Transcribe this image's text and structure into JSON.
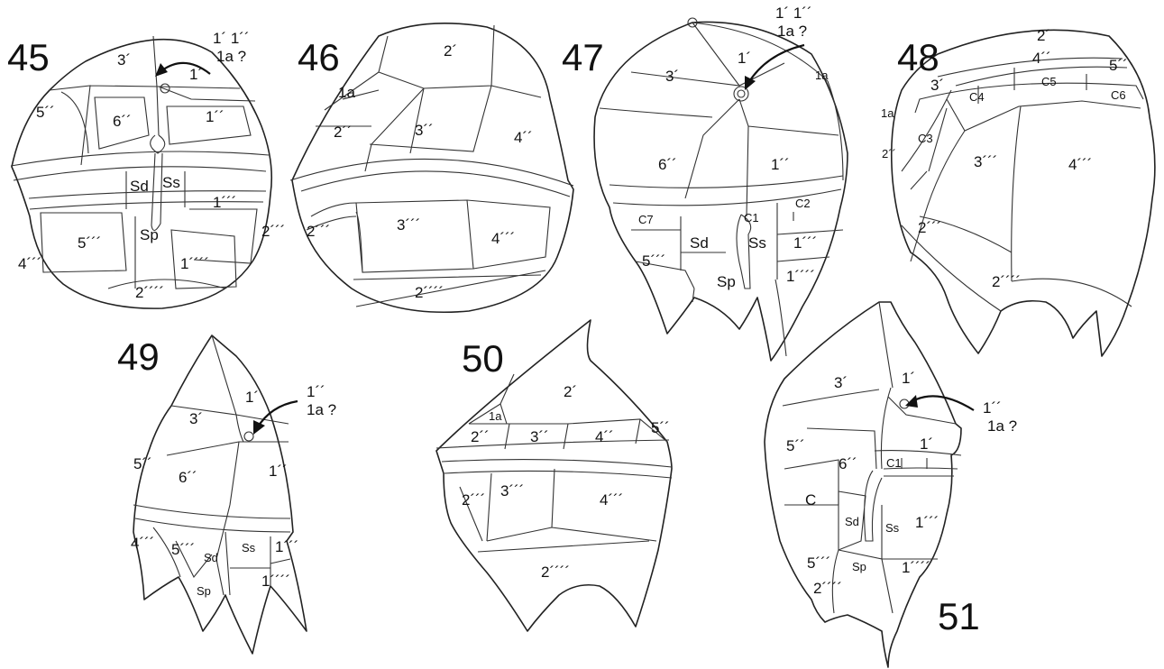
{
  "figures": [
    {
      "number": "45",
      "annotation": [
        "1´ 1´´",
        "1a ?"
      ],
      "plates": [
        "3´",
        "1´",
        "5´´",
        "6´´",
        "1´´",
        "Sd",
        "Ss",
        "1´´´",
        "5´´´",
        "Sp",
        "2´´´",
        "4´´´",
        "1´´´´",
        "2´´´´"
      ]
    },
    {
      "number": "46",
      "annotation": [],
      "plates": [
        "2´",
        "1a",
        "2´´",
        "3´´",
        "4´´",
        "2´´´",
        "3´´´",
        "4´´´",
        "2´´´´"
      ]
    },
    {
      "number": "47",
      "annotation": [
        "1´ 1´´",
        "1a ?"
      ],
      "plates": [
        "3´",
        "1´",
        "1a",
        "6´´",
        "1´´",
        "C7",
        "C1",
        "C2",
        "Sd",
        "Ss",
        "5´´´",
        "1´´´",
        "1´´´´",
        "Sp"
      ]
    },
    {
      "number": "48",
      "annotation": [],
      "plates": [
        "2´",
        "4´´",
        "5´´",
        "3´",
        "C4",
        "C5",
        "C6",
        "1a",
        "C3",
        "2´´",
        "3´´´",
        "4´´´",
        "2´´´",
        "2´´´´"
      ]
    },
    {
      "number": "49",
      "annotation": [
        "1´´",
        "1a ?"
      ],
      "plates": [
        "1´",
        "3´",
        "5´´",
        "6´´",
        "1´´",
        "5´´´",
        "Sd",
        "Ss",
        "1´´´",
        "4´´´",
        "1´´´´",
        "Sp"
      ]
    },
    {
      "number": "50",
      "annotation": [],
      "plates": [
        "2´",
        "1a",
        "2´´",
        "3´´",
        "4´´",
        "5´´",
        "2´´´",
        "3´´´",
        "4´´´",
        "2´´´´"
      ]
    },
    {
      "number": "51",
      "annotation": [
        "1´´",
        "1a ?"
      ],
      "plates": [
        "3´",
        "1´",
        "5´´",
        "6´´",
        "1´",
        "C1",
        "C",
        "Sd",
        "Ss",
        "1´´´",
        "5´´´",
        "Sp",
        "1´´´´",
        "2´´´´"
      ]
    }
  ]
}
